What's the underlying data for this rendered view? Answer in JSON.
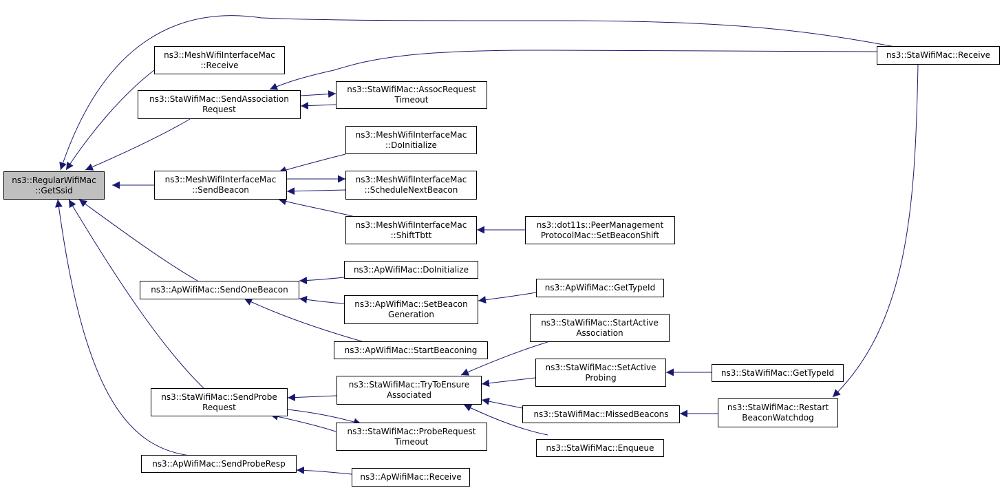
{
  "colors": {
    "edge": "#191970",
    "root_fill": "#bfbfbf",
    "node_fill": "#ffffff",
    "border": "#000000"
  },
  "nodes": {
    "regular_getssid": "ns3::RegularWifiMac\n::GetSsid",
    "mesh_receive": "ns3::MeshWifiInterfaceMac\n::Receive",
    "sta_send_assoc": "ns3::StaWifiMac::SendAssociation\nRequest",
    "sta_assoc_timeout": "ns3::StaWifiMac::AssocRequest\nTimeout",
    "mesh_doinitialize": "ns3::MeshWifiInterfaceMac\n::DoInitialize",
    "mesh_sendbeacon": "ns3::MeshWifiInterfaceMac\n::SendBeacon",
    "mesh_schedule": "ns3::MeshWifiInterfaceMac\n::ScheduleNextBeacon",
    "mesh_shifttbtt": "ns3::MeshWifiInterfaceMac\n::ShiftTbtt",
    "dot11s_setshift": "ns3::dot11s::PeerManagement\nProtocolMac::SetBeaconShift",
    "ap_doinitialize": "ns3::ApWifiMac::DoInitialize",
    "ap_sendonebeacon": "ns3::ApWifiMac::SendOneBeacon",
    "ap_setbeacongen": "ns3::ApWifiMac::SetBeacon\nGeneration",
    "ap_gettypeid": "ns3::ApWifiMac::GetTypeId",
    "ap_startbeaconing": "ns3::ApWifiMac::StartBeaconing",
    "sta_startactive": "ns3::StaWifiMac::StartActive\nAssociation",
    "sta_setactive": "ns3::StaWifiMac::SetActive\nProbing",
    "sta_gettypeid": "ns3::StaWifiMac::GetTypeId",
    "sta_sendprobe": "ns3::StaWifiMac::SendProbe\nRequest",
    "sta_trytoensure": "ns3::StaWifiMac::TryToEnsure\nAssociated",
    "sta_missedbeacons": "ns3::StaWifiMac::MissedBeacons",
    "sta_restartwatchdog": "ns3::StaWifiMac::Restart\nBeaconWatchdog",
    "sta_probetimeout": "ns3::StaWifiMac::ProbeRequest\nTimeout",
    "sta_enqueue": "ns3::StaWifiMac::Enqueue",
    "ap_sendproberesp": "ns3::ApWifiMac::SendProbeResp",
    "ap_receive": "ns3::ApWifiMac::Receive",
    "sta_receive": "ns3::StaWifiMac::Receive"
  }
}
